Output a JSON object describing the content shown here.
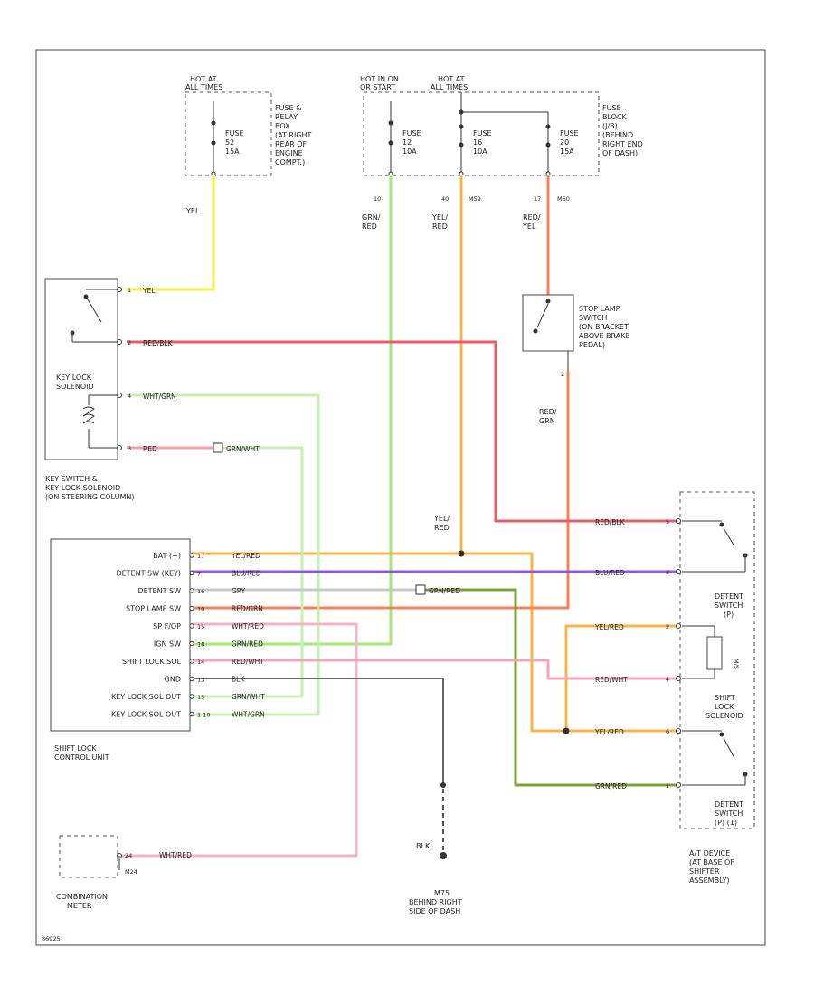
{
  "colors": {
    "YEL": "#f2ef4a",
    "GRN/RED": "#a6e87a",
    "YEL/RED": "#f7b44a",
    "RED/YEL": "#f7825a",
    "RED/BLK": "#e85c6a",
    "WHT/GRN": "#c6f0b0",
    "RED": "#f7a0a8",
    "BLU/RED": "#8a5ce0",
    "GRY": "#c8c8c8",
    "GRN/RED_dark": "#7ea03c",
    "WHT/RED": "#f5b4c4",
    "RED/WHT": "#f2a6b6",
    "BLK": "#666666"
  },
  "fuse_box_left": {
    "hot_label": [
      "HOT AT",
      "ALL TIMES"
    ],
    "fuse": [
      "FUSE",
      "52",
      "15A"
    ],
    "desc": [
      "FUSE &",
      "RELAY",
      "BOX",
      "(AT RIGHT",
      "REAR OF",
      "ENGINE",
      "COMPT.)"
    ]
  },
  "fuse_box_right": {
    "hot_run": [
      "HOT IN ON",
      "OR START"
    ],
    "hot_all": [
      "HOT AT",
      "ALL TIMES"
    ],
    "fuse_a": [
      "FUSE",
      "12",
      "10A"
    ],
    "fuse_b": [
      "FUSE",
      "16",
      "10A"
    ],
    "fuse_c": [
      "FUSE",
      "20",
      "15A"
    ],
    "desc": [
      "FUSE",
      "BLOCK",
      "(J/B)",
      "(BEHIND",
      "RIGHT END",
      "OF DASH)"
    ]
  },
  "wire_labels": {
    "yel": "YEL",
    "grn_red": [
      "GRN/",
      "RED"
    ],
    "yel_red": [
      "YEL/",
      "RED"
    ],
    "red_yel": [
      "RED/",
      "YEL"
    ],
    "pin_10": "10",
    "pin_40": "40",
    "pin_17": "17",
    "m59": "M59",
    "m60": "M60",
    "red_grn": [
      "RED/",
      "GRN"
    ],
    "yel_red_lower": [
      "YEL/",
      "RED"
    ],
    "pin_2": "2",
    "blk": "BLK"
  },
  "stop_lamp": {
    "label": [
      "STOP LAMP",
      "SWITCH",
      "(ON BRACKET",
      "ABOVE BRAKE",
      "PEDAL)"
    ]
  },
  "key_switch": {
    "pins": [
      "1",
      "2",
      "4",
      "3"
    ],
    "wire_tags": [
      "YEL",
      "RED/BLK",
      "WHT/GRN",
      "RED"
    ],
    "solenoid_label": [
      "KEY LOCK",
      "SOLENOID"
    ],
    "label": [
      "KEY SWITCH &",
      "KEY LOCK SOLENOID",
      "(ON STEERING COLUMN)"
    ],
    "grn_wht_tag": "GRN/WHT"
  },
  "control_unit": {
    "rows": [
      {
        "label": "BAT (+)",
        "pin": "17",
        "wire": "YEL/RED"
      },
      {
        "label": "DETENT SW (KEY)",
        "pin": "7",
        "wire": "BLU/RED"
      },
      {
        "label": "DETENT SW",
        "pin": "16",
        "wire": "GRY"
      },
      {
        "label": "STOP LAMP SW",
        "pin": "10",
        "wire": "RED/GRN"
      },
      {
        "label": "SP F/OP",
        "pin": "15",
        "wire": "WHT/RED"
      },
      {
        "label": "IGN SW",
        "pin": "18",
        "wire": "GRN/RED"
      },
      {
        "label": "SHIFT LOCK SOL",
        "pin": "14",
        "wire": "RED/WHT"
      },
      {
        "label": "GND",
        "pin": "13",
        "wire": "BLK"
      },
      {
        "label": "KEY LOCK SOL OUT",
        "pin": "15",
        "wire": "GRN/WHT"
      },
      {
        "label": "KEY LOCK SOL OUT",
        "pin": "1 10",
        "wire": "WHT/GRN"
      }
    ],
    "label": [
      "SHIFT LOCK",
      "CONTROL UNIT"
    ],
    "gry_splice_tag": "GRN/RED"
  },
  "at_device": {
    "pins": [
      "5",
      "3",
      "2",
      "4",
      "6",
      "1"
    ],
    "wire_tags": [
      "RED/BLK",
      "BLU/RED",
      "YEL/RED",
      "RED/WHT",
      "YEL/RED",
      "GRN/RED"
    ],
    "detent_switch_p": [
      "DETENT",
      "SWITCH",
      "(P)"
    ],
    "solenoid_code": "M/S",
    "shift_lock_solenoid": [
      "SHIFT",
      "LOCK",
      "SOLENOID"
    ],
    "detent_switch_lower": [
      "DETENT",
      "SWITCH",
      "(P)  (1)"
    ],
    "label": [
      "A/T DEVICE",
      "(AT BASE OF",
      "SHIFTER",
      "ASSEMBLY)"
    ]
  },
  "combination_meter": {
    "pin_top": "24",
    "pin_bottom": "M24",
    "wire_tag": "WHT/RED",
    "label": [
      "COMBINATION",
      "METER"
    ]
  },
  "ground": {
    "label": [
      "M75",
      "BEHIND RIGHT",
      "SIDE OF DASH"
    ]
  },
  "figure_id": "86925"
}
